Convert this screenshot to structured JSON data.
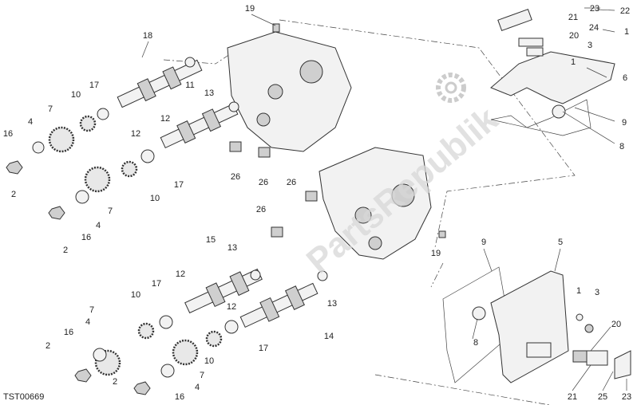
{
  "diagram_code": "TST00669",
  "watermark": "PartsRepublik",
  "watermark_icon": "gear-icon",
  "labels": [
    "18",
    "19",
    "17",
    "10",
    "7",
    "4",
    "16",
    "2",
    "12",
    "11",
    "13",
    "12",
    "26",
    "26",
    "17",
    "10",
    "7",
    "4",
    "16",
    "2",
    "26",
    "26",
    "15",
    "13",
    "17",
    "12",
    "10",
    "7",
    "4",
    "16",
    "2",
    "12",
    "13",
    "14",
    "17",
    "10",
    "7",
    "4",
    "2",
    "16",
    "19",
    "23",
    "22",
    "21",
    "24",
    "3",
    "20",
    "1",
    "1",
    "6",
    "9",
    "8",
    "9",
    "5",
    "1",
    "3",
    "8",
    "20",
    "21",
    "25",
    "23"
  ]
}
